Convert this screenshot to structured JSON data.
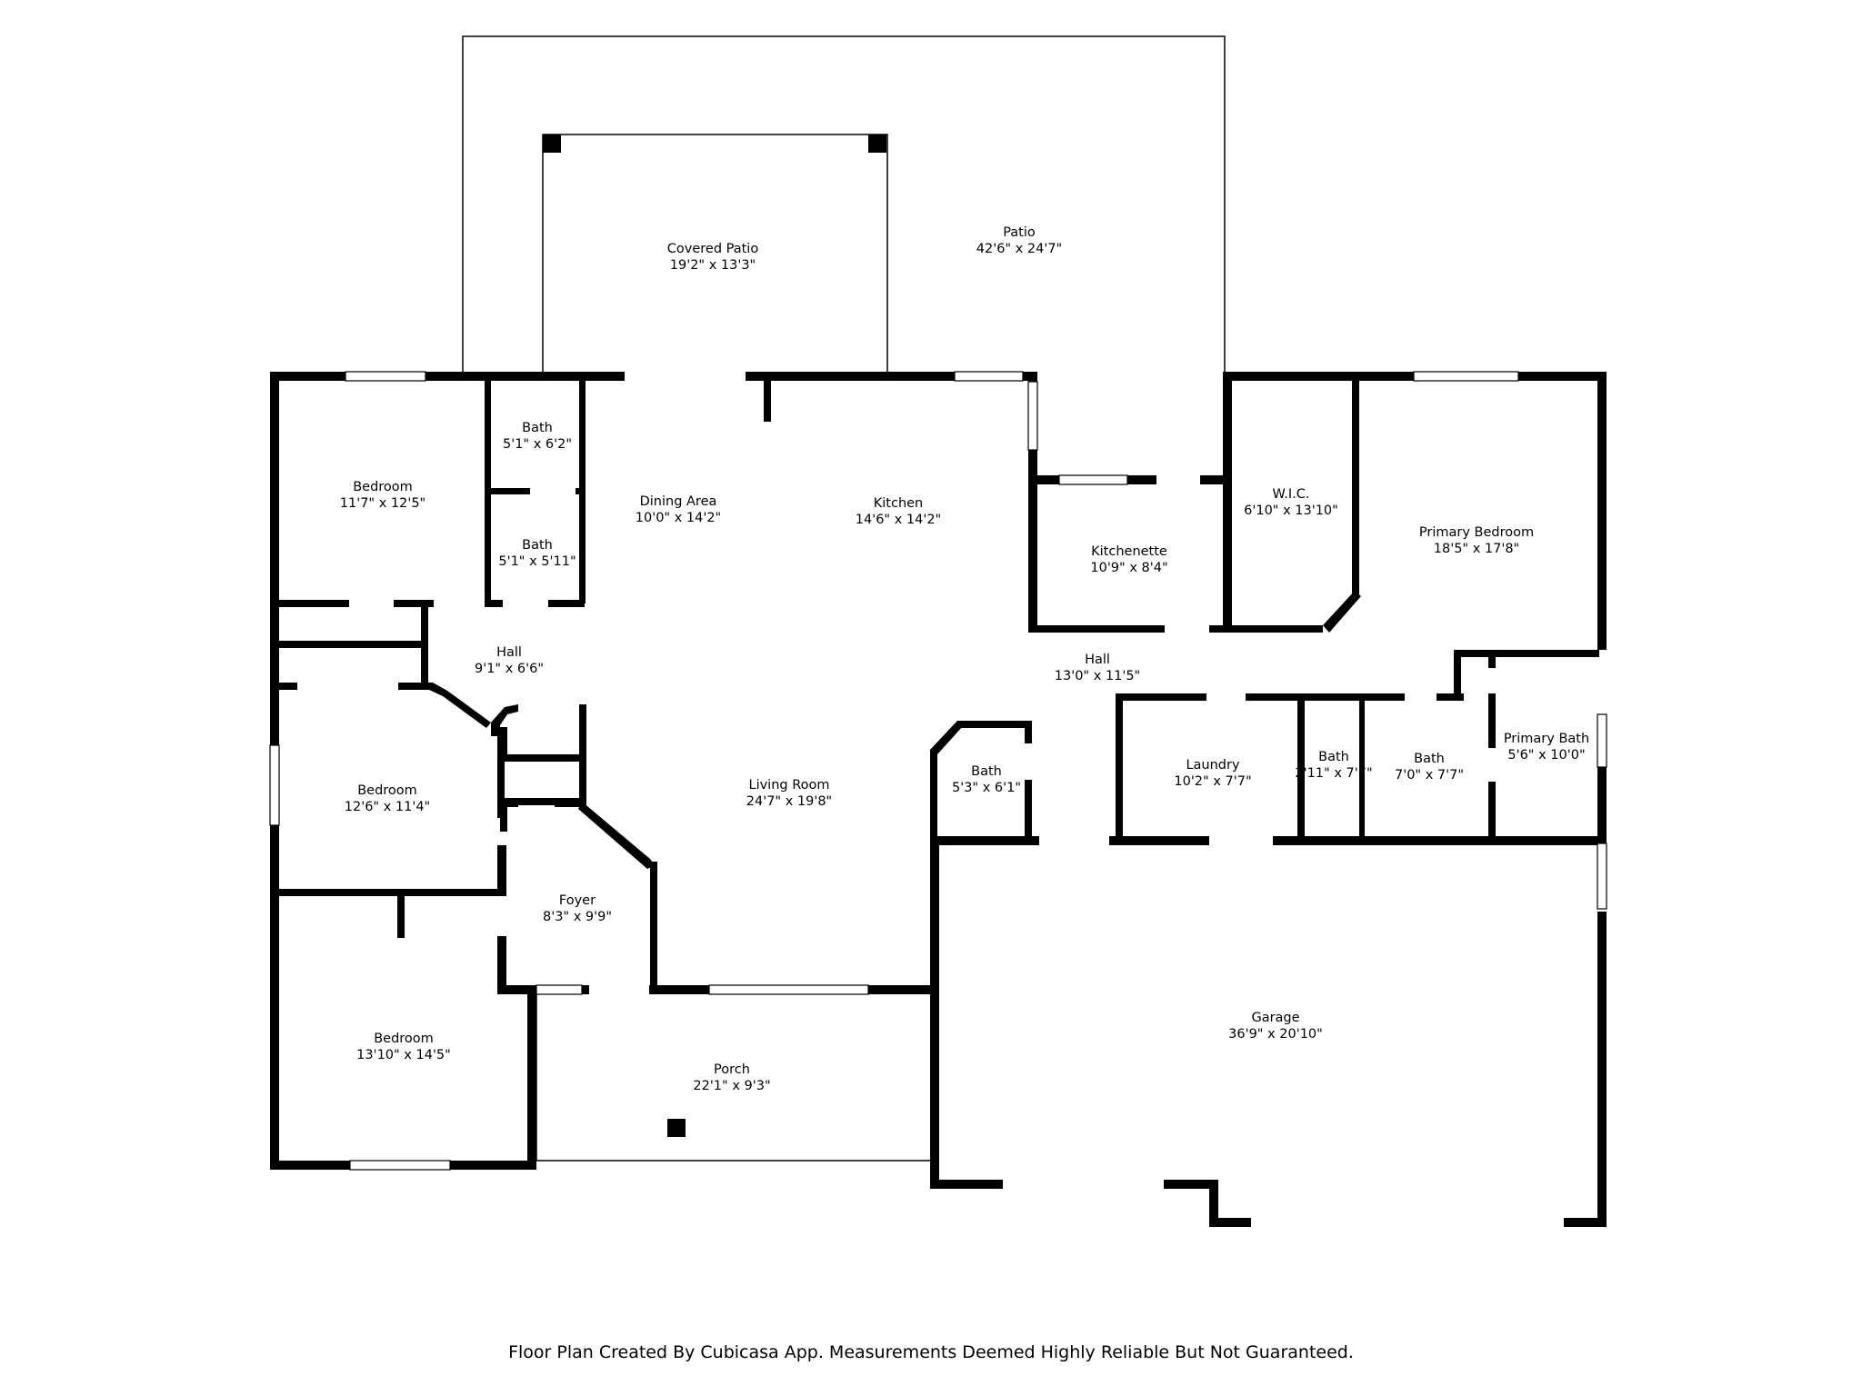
{
  "rooms": {
    "covered_patio": {
      "name": "Covered Patio",
      "dim": "19'2\" x 13'3\""
    },
    "patio": {
      "name": "Patio",
      "dim": "42'6\" x 24'7\""
    },
    "bedroom_nw": {
      "name": "Bedroom",
      "dim": "11'7\" x 12'5\""
    },
    "bath_upper": {
      "name": "Bath",
      "dim": "5'1\" x 6'2\""
    },
    "bath_lower": {
      "name": "Bath",
      "dim": "5'1\" x 5'11\""
    },
    "dining": {
      "name": "Dining Area",
      "dim": "10'0\" x 14'2\""
    },
    "kitchen": {
      "name": "Kitchen",
      "dim": "14'6\" x 14'2\""
    },
    "kitchenette": {
      "name": "Kitchenette",
      "dim": "10'9\" x 8'4\""
    },
    "wic": {
      "name": "W.I.C.",
      "dim": "6'10\" x 13'10\""
    },
    "primary_bedroom": {
      "name": "Primary Bedroom",
      "dim": "18'5\" x 17'8\""
    },
    "hall_west": {
      "name": "Hall",
      "dim": "9'1\" x 6'6\""
    },
    "hall_east": {
      "name": "Hall",
      "dim": "13'0\" x 11'5\""
    },
    "bedroom_w": {
      "name": "Bedroom",
      "dim": "12'6\" x 11'4\""
    },
    "living": {
      "name": "Living Room",
      "dim": "24'7\" x 19'8\""
    },
    "bath_center": {
      "name": "Bath",
      "dim": "5'3\" x 6'1\""
    },
    "laundry": {
      "name": "Laundry",
      "dim": "10'2\" x 7'7\""
    },
    "bath_small": {
      "name": "Bath",
      "dim": "2'11\" x 7'7\""
    },
    "bath_east": {
      "name": "Bath",
      "dim": "7'0\" x 7'7\""
    },
    "primary_bath": {
      "name": "Primary Bath",
      "dim": "5'6\" x 10'0\""
    },
    "foyer": {
      "name": "Foyer",
      "dim": "8'3\" x 9'9\""
    },
    "bedroom_sw": {
      "name": "Bedroom",
      "dim": "13'10\" x 14'5\""
    },
    "porch": {
      "name": "Porch",
      "dim": "22'1\" x 9'3\""
    },
    "garage": {
      "name": "Garage",
      "dim": "36'9\" x 20'10\""
    }
  },
  "footer": "Floor Plan Created By Cubicasa App. Measurements Deemed Highly Reliable But Not Guaranteed."
}
